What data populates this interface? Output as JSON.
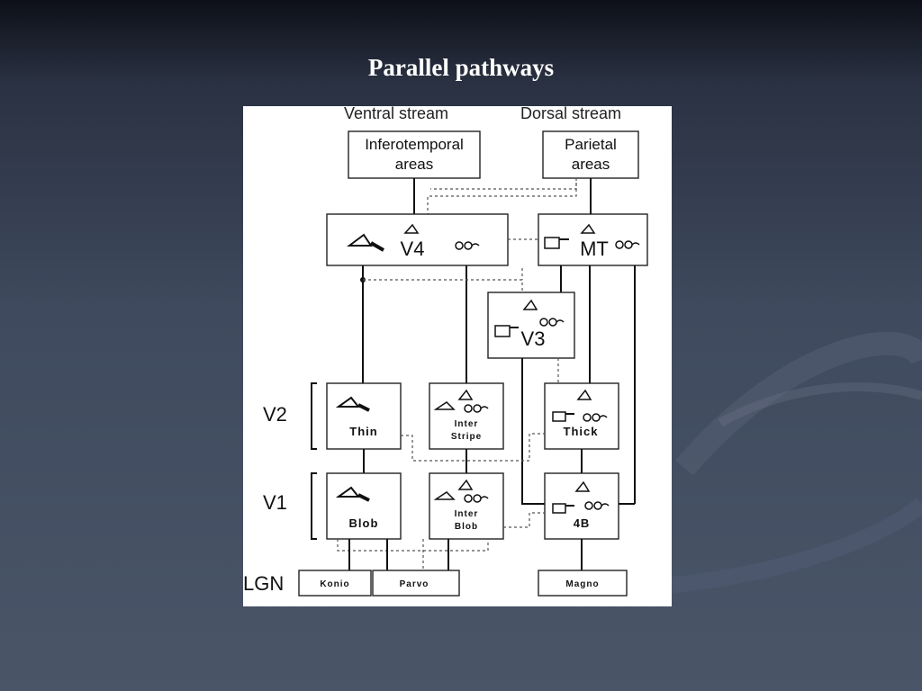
{
  "slide": {
    "title": "Parallel pathways"
  },
  "diagram": {
    "streams": {
      "ventral": "Ventral stream",
      "dorsal": "Dorsal stream"
    },
    "areas": {
      "inferotemporal": [
        "Inferotemporal",
        "areas"
      ],
      "parietal": [
        "Parietal",
        "areas"
      ]
    },
    "nodes": {
      "v4": "V4",
      "mt": "MT",
      "v3": "V3",
      "thin": "Thin",
      "interstripe": [
        "Inter",
        "Stripe"
      ],
      "thick": "Thick",
      "blob": "Blob",
      "interblob": [
        "Inter",
        "Blob"
      ],
      "b4": "4B"
    },
    "levels": {
      "v2": "V2",
      "v1": "V1",
      "lgn": "LGN"
    },
    "lgn": {
      "konio": "Konio",
      "parvo": "Parvo",
      "magno": "Magno"
    }
  }
}
